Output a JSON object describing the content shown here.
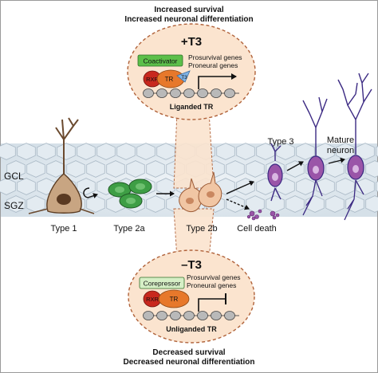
{
  "top_caption": {
    "line1": "Increased survival",
    "line2": "Increased neuronal differentiation"
  },
  "bottom_caption": {
    "line1": "Decreased survival",
    "line2": "Decreased neuronal differentiation"
  },
  "plus_panel": {
    "title": "+T3",
    "coregulator": "Coactivator",
    "gene_line1": "Prosurvival genes",
    "gene_line2": "Proneural genes",
    "rxr": "RXR",
    "tr": "TR",
    "ligand": "T3",
    "caption": "Liganded TR"
  },
  "minus_panel": {
    "title": "–T3",
    "coregulator": "Corepressor",
    "gene_line1": "Prosurvival genes",
    "gene_line2": "Proneural genes",
    "rxr": "RXR",
    "tr": "TR",
    "caption": "Unliganded TR"
  },
  "layers": {
    "gcl": "GCL",
    "sgz": "SGZ"
  },
  "cells": {
    "type1": "Type 1",
    "type2a": "Type 2a",
    "type2b": "Type 2b",
    "type3": "Type 3",
    "mature_line1": "Mature",
    "mature_line2": "neuron",
    "cell_death": "Cell death"
  },
  "colors": {
    "panel_fill": "#fbe4cf",
    "panel_border": "#b0623a",
    "coactivator": "#5cbf4a",
    "corepressor": "#d6efc6",
    "rxr": "#c8281e",
    "tr": "#e7782b",
    "t3": "#7fb3e6",
    "type1": "#c8a582",
    "type2a": "#3e9e45",
    "type2b": "#f1c6a4",
    "neuron": "#9a55a8",
    "neuron_line": "#3c2a83",
    "gcl_cells": "#dfe8ef"
  }
}
